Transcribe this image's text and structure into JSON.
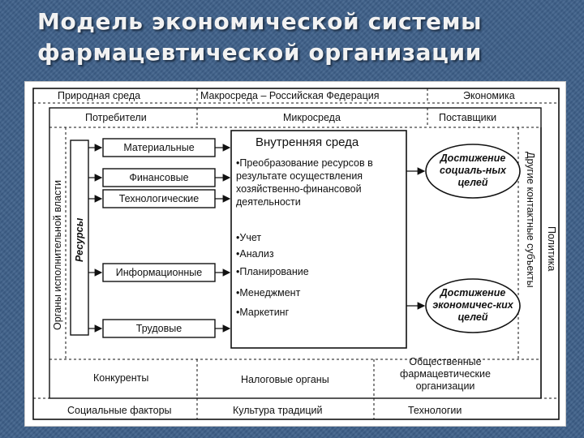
{
  "title": {
    "line1": "Модель экономической системы",
    "line2": "фармацевтической организации"
  },
  "diagram": {
    "top_row": {
      "left": "Природная среда",
      "center": "Макросреда – Российская Федерация",
      "right": "Экономика"
    },
    "second_row": {
      "left": "Потребители",
      "center": "Микросреда",
      "right": "Поставщики"
    },
    "left_vertical": "Органы исполнительной власти",
    "resources_label": "Ресурсы",
    "resources": [
      "Материальные",
      "Финансовые",
      "Технологические",
      "Информационные",
      "Трудовые"
    ],
    "inner": {
      "title": "Внутренняя среда",
      "transform_text": "•Преобразование ресурсов в результате осуществления хозяйственно-финансовой деятельности",
      "list": [
        "•Учет",
        "•Анализ",
        "•Планирование",
        "•Менеджмент",
        "•Маркетинг"
      ]
    },
    "goals": {
      "social": "Достижение социаль-ных целей",
      "economic": "Достижение экономичес-ких целей"
    },
    "right_vertical_1": "Другие контактные субъекты",
    "right_vertical_2": "Политика",
    "bottom_inner": {
      "left": "Конкуренты",
      "center": "Налоговые органы",
      "right": "Общественные фармацевтические организации"
    },
    "bottom_row": {
      "left": "Социальные факторы",
      "center": "Культура традиций",
      "right": "Технологии"
    }
  }
}
